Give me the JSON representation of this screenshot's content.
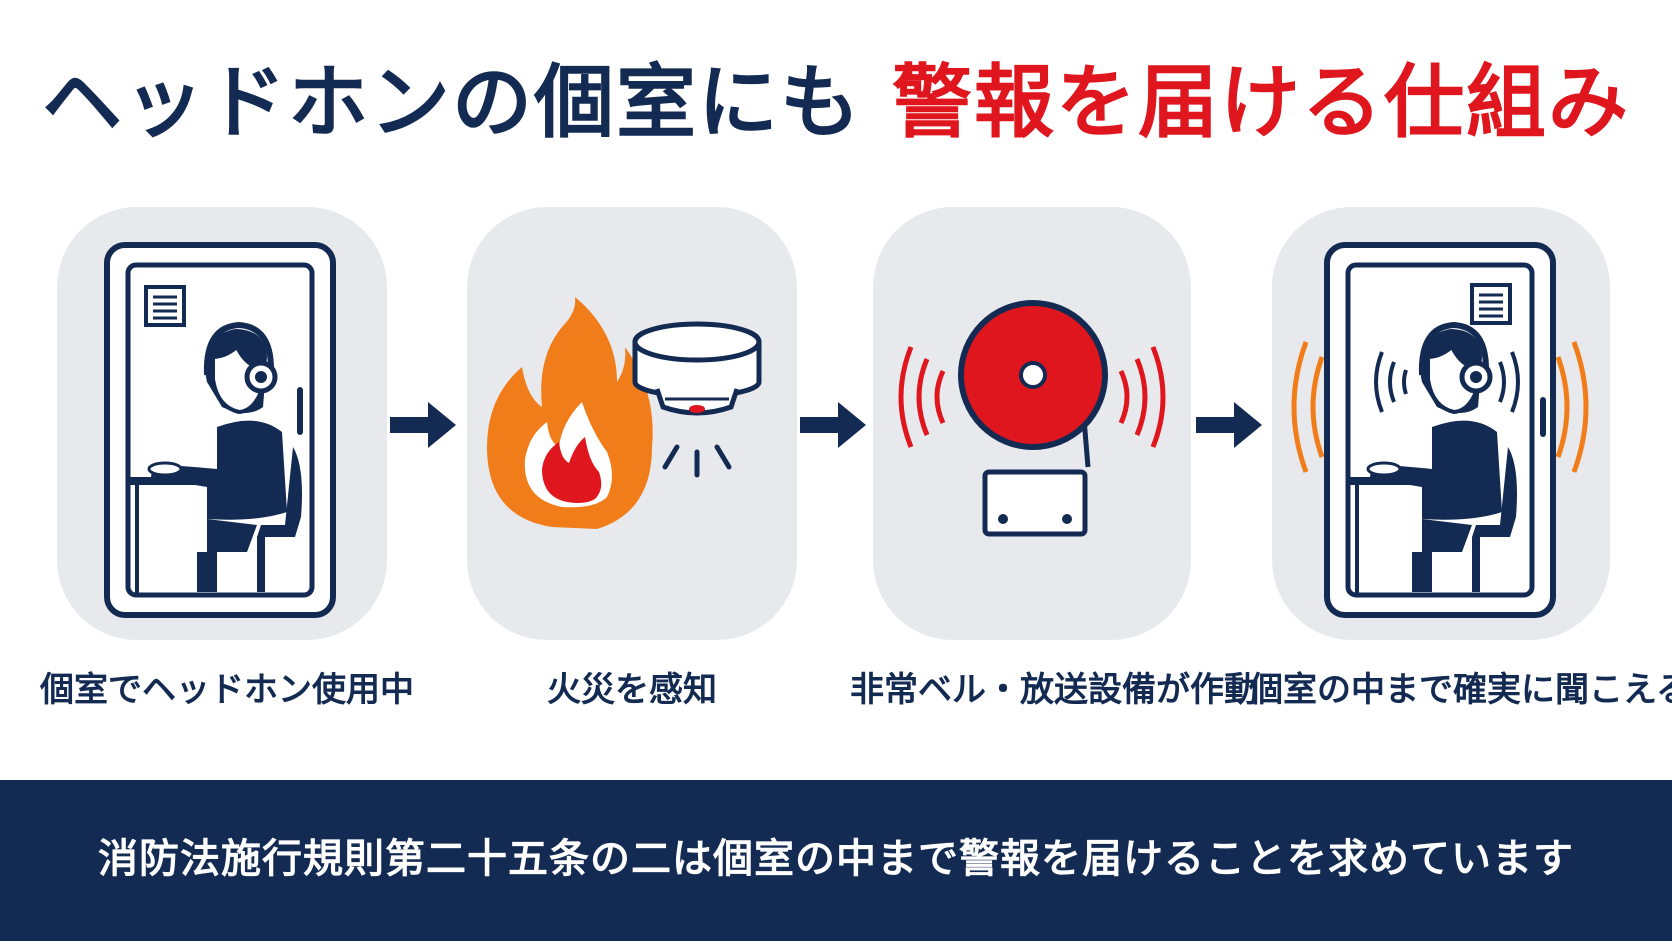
{
  "title": {
    "part1": "ヘッドホンの個室にも",
    "part2": "警報を届ける仕組み"
  },
  "steps": [
    {
      "label": "個室でヘッドホン使用中",
      "icon": "headphone-booth-icon"
    },
    {
      "label": "火災を感知",
      "icon": "fire-and-smoke-detector-icon"
    },
    {
      "label": "非常ベル・放送設備が作動",
      "icon": "alarm-bell-icon"
    },
    {
      "label": "個室の中まで確実に聞こえる",
      "icon": "booth-alarm-heard-icon"
    }
  ],
  "footer": {
    "text": "消防法施行規則第二十五条の二は個室の中まで警報を届けることを求めています"
  },
  "colors": {
    "navy": "#132a52",
    "red": "#e0161e",
    "orange": "#f07d1a",
    "panel": "#e8e9ed"
  }
}
